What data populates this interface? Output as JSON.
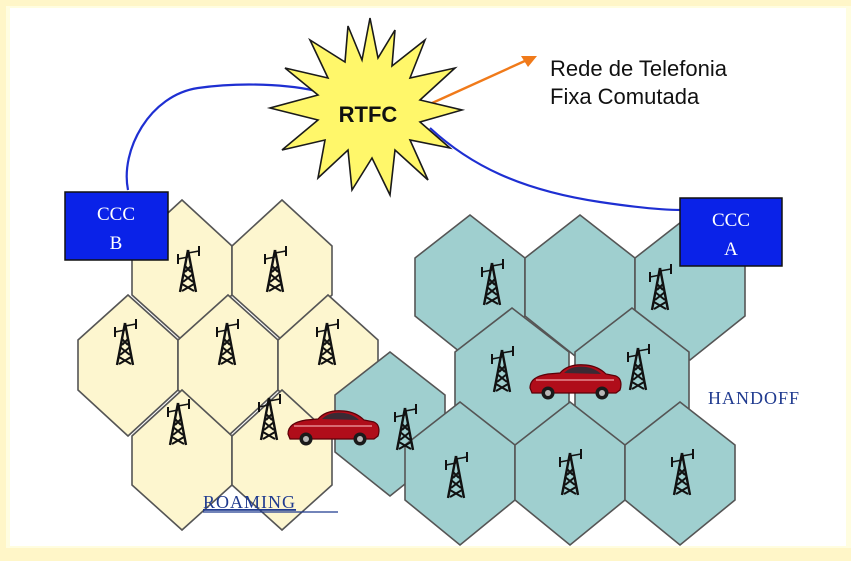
{
  "switch": {
    "label": "RTFC"
  },
  "network": {
    "line1": "Rede de Telefonia",
    "line2": "Fixa Comutada"
  },
  "ccc_b": {
    "line1": "CCC",
    "line2": "B"
  },
  "ccc_a": {
    "line1": "CCC",
    "line2": "A"
  },
  "labels": {
    "roaming": "ROAMING",
    "handoff": "HANDOFF"
  },
  "colors": {
    "cluster_b": "#fdf6cf",
    "cluster_a": "#9fcfcf",
    "ccc_box": "#0a22e8",
    "burst": "#fff76a",
    "link": "#1e2fd2",
    "arrow": "#f07a1a",
    "label_blue": "#1f3a8f",
    "car": "#b00d1a"
  }
}
